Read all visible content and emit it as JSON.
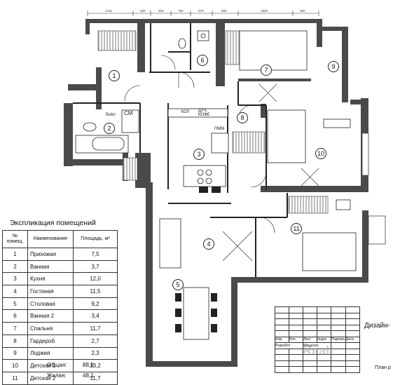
{
  "legend": {
    "title": "Экспликация помещений",
    "headers": {
      "num": "№ помещ.",
      "name": "Наименование",
      "area": "Площадь, м²"
    },
    "rows": [
      {
        "n": "1",
        "name": "Прихожая",
        "area": "7,5"
      },
      {
        "n": "2",
        "name": "Ванная",
        "area": "3,7"
      },
      {
        "n": "3",
        "name": "Кухня",
        "area": "12,0"
      },
      {
        "n": "4",
        "name": "Гостиная",
        "area": "11,5"
      },
      {
        "n": "5",
        "name": "Столовая",
        "area": "9,2"
      },
      {
        "n": "6",
        "name": "Ванная 2",
        "area": "3,4"
      },
      {
        "n": "7",
        "name": "Спальня",
        "area": "11,7"
      },
      {
        "n": "8",
        "name": "Гардероб",
        "area": "2,7"
      },
      {
        "n": "9",
        "name": "Лоджия",
        "area": "2,3"
      },
      {
        "n": "10",
        "name": "Детская 1",
        "area": "13,2"
      },
      {
        "n": "11",
        "name": "Детская 2",
        "area": "11,7"
      }
    ],
    "total_label": "Общая:",
    "total_value": "88,9",
    "living_label": "Жилая:",
    "living_value": "48,1"
  },
  "plan": {
    "room_numbers": [
      "1",
      "2",
      "3",
      "4",
      "5",
      "6",
      "7",
      "8",
      "9",
      "10",
      "11"
    ],
    "fixture_labels": {
      "hol": "ХОЛ",
      "dukh": "ДУХ. КОФЕ",
      "pmm": "ПММ",
      "sm": "СМ",
      "bojl": "бойл"
    }
  },
  "stamp": {
    "cols": [
      "Изм.",
      "Кол.",
      "Лист",
      "№док",
      "Подпись",
      "Дата"
    ],
    "role": "Разработ",
    "person": "Мищенко",
    "title": "Дизайн-",
    "sheet": "План р"
  },
  "dims_top": [
    "1731",
    "630",
    "900",
    "750",
    "670",
    "880",
    "1600",
    "400"
  ],
  "watermark": "Realt",
  "colors": {
    "wall": "#4a4a4a",
    "line": "#222222",
    "hatch": "#888888"
  }
}
